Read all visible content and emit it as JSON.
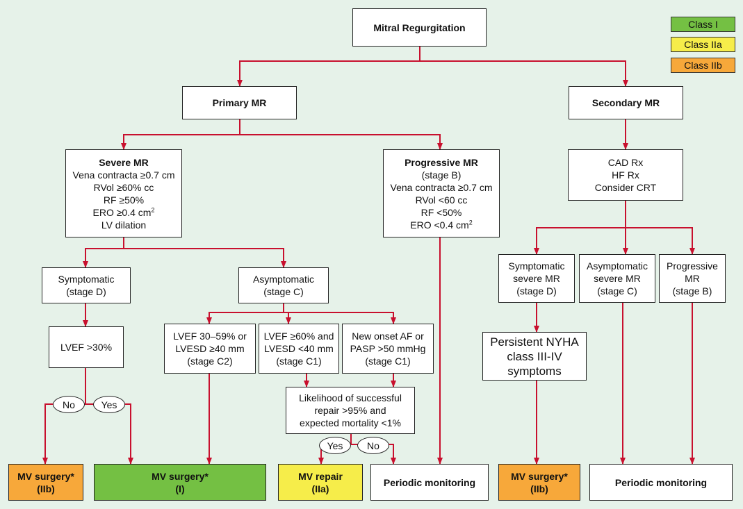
{
  "colors": {
    "class_i": "#74c043",
    "class_iia": "#f6ed4a",
    "class_iib": "#f7a83a",
    "connector": "#c8102e",
    "background": "#e6f2e9"
  },
  "legend": {
    "class_i": "Class I",
    "class_iia": "Class IIa",
    "class_iib": "Class IIb"
  },
  "nodes": {
    "mitral_regurgitation": "Mitral Regurgitation",
    "primary_mr": "Primary MR",
    "secondary_mr": "Secondary MR",
    "severe_mr": {
      "title": "Severe MR",
      "lines": [
        "Vena contracta ≥0.7 cm",
        "RVol ≥60% cc",
        "RF ≥50%",
        "ERO ≥0.4 cm",
        "LV dilation"
      ],
      "ero_sup": "2"
    },
    "progressive_mr": {
      "title": "Progressive MR",
      "lines": [
        "(stage B)",
        "Vena contracta ≥0.7 cm",
        "RVol <60 cc",
        "RF <50%",
        "ERO <0.4 cm"
      ],
      "ero_sup": "2"
    },
    "secondary_rx": [
      "CAD Rx",
      "HF Rx",
      "Consider CRT"
    ],
    "symptomatic_d": [
      "Symptomatic",
      "(stage D)"
    ],
    "asymptomatic_c": [
      "Asymptomatic",
      "(stage C)"
    ],
    "lvef_30": "LVEF >30%",
    "c2": [
      "LVEF 30–59% or",
      "LVESD ≥40 mm",
      "(stage C2)"
    ],
    "c1_lvef": [
      "LVEF ≥60% and",
      "LVESD <40 mm",
      "(stage C1)"
    ],
    "c1_af": [
      "New onset AF or",
      "PASP >50 mmHg",
      "(stage C1)"
    ],
    "likelihood": [
      "Likelihood of successful",
      "repair >95% and",
      "expected mortality <1%"
    ],
    "sec_symptomatic": [
      "Symptomatic",
      "severe MR",
      "(stage D)"
    ],
    "sec_asymptomatic": [
      "Asymptomatic",
      "severe MR",
      "(stage C)"
    ],
    "sec_progressive": [
      "Progressive",
      "MR",
      "(stage B)"
    ],
    "persistent_nyha": [
      "Persistent NYHA",
      "class III-IV",
      "symptoms"
    ]
  },
  "decisions": {
    "no_1": "No",
    "yes_1": "Yes",
    "yes_2": "Yes",
    "no_2": "No"
  },
  "outcomes": {
    "mv_surgery_iib_1": [
      "MV surgery*",
      "(IIb)"
    ],
    "mv_surgery_i": [
      "MV surgery*",
      "(I)"
    ],
    "mv_repair_iia": [
      "MV repair",
      "(IIa)"
    ],
    "periodic_monitoring_1": "Periodic monitoring",
    "mv_surgery_iib_2": [
      "MV surgery*",
      "(IIb)"
    ],
    "periodic_monitoring_2": "Periodic monitoring"
  }
}
